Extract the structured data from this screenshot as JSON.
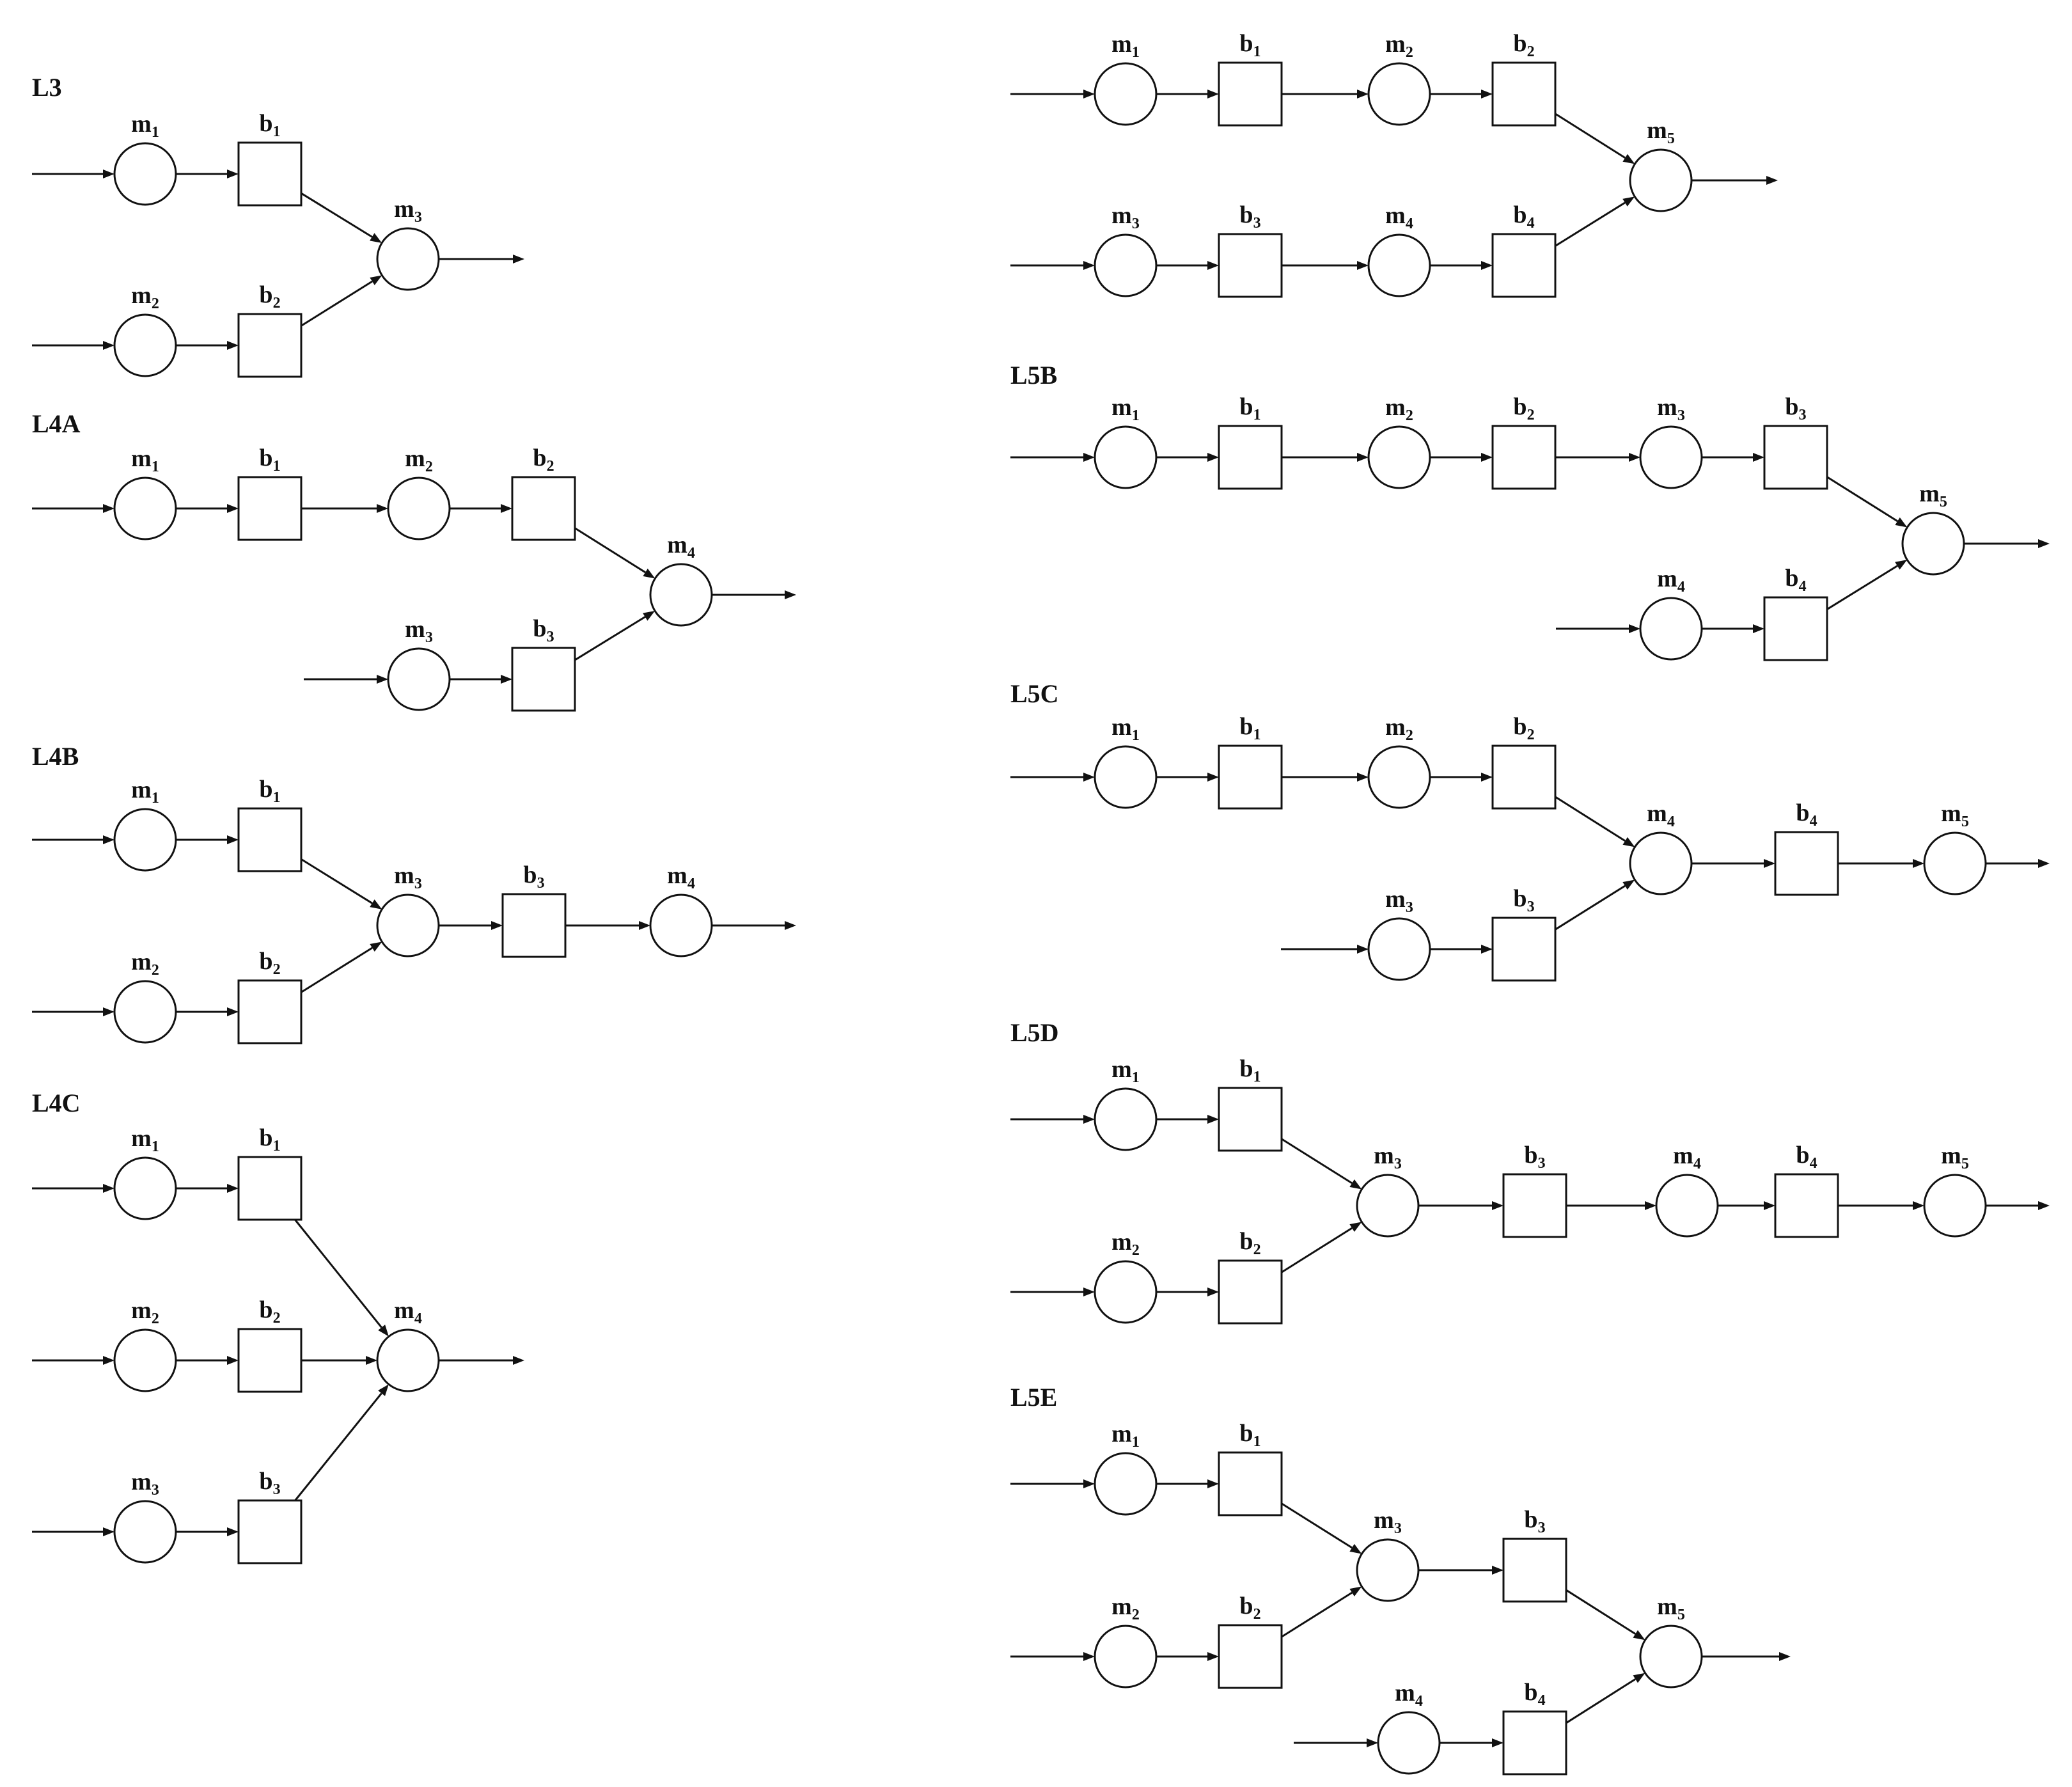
{
  "lines": [
    {
      "id": "l3",
      "title": "L3",
      "nodes": [
        {
          "id": "m1",
          "kind": "machine",
          "letter": "m",
          "sub": "1"
        },
        {
          "id": "b1",
          "kind": "buffer",
          "letter": "b",
          "sub": "1"
        },
        {
          "id": "m2",
          "kind": "machine",
          "letter": "m",
          "sub": "2"
        },
        {
          "id": "b2",
          "kind": "buffer",
          "letter": "b",
          "sub": "2"
        },
        {
          "id": "m3",
          "kind": "machine",
          "letter": "m",
          "sub": "3"
        }
      ],
      "edges": [
        [
          "in",
          "m1"
        ],
        [
          "m1",
          "b1"
        ],
        [
          "b1",
          "m3"
        ],
        [
          "in",
          "m2"
        ],
        [
          "m2",
          "b2"
        ],
        [
          "b2",
          "m3"
        ],
        [
          "m3",
          "out"
        ]
      ]
    },
    {
      "id": "l4a",
      "title": "L4A",
      "nodes": [
        {
          "id": "m1",
          "kind": "machine",
          "letter": "m",
          "sub": "1"
        },
        {
          "id": "b1",
          "kind": "buffer",
          "letter": "b",
          "sub": "1"
        },
        {
          "id": "m2",
          "kind": "machine",
          "letter": "m",
          "sub": "2"
        },
        {
          "id": "b2",
          "kind": "buffer",
          "letter": "b",
          "sub": "2"
        },
        {
          "id": "m3",
          "kind": "machine",
          "letter": "m",
          "sub": "3"
        },
        {
          "id": "b3",
          "kind": "buffer",
          "letter": "b",
          "sub": "3"
        },
        {
          "id": "m4",
          "kind": "machine",
          "letter": "m",
          "sub": "4"
        }
      ],
      "edges": [
        [
          "in",
          "m1"
        ],
        [
          "m1",
          "b1"
        ],
        [
          "b1",
          "m2"
        ],
        [
          "m2",
          "b2"
        ],
        [
          "b2",
          "m4"
        ],
        [
          "in",
          "m3"
        ],
        [
          "m3",
          "b3"
        ],
        [
          "b3",
          "m4"
        ],
        [
          "m4",
          "out"
        ]
      ]
    },
    {
      "id": "l4b",
      "title": "L4B",
      "nodes": [
        {
          "id": "m1",
          "kind": "machine",
          "letter": "m",
          "sub": "1"
        },
        {
          "id": "b1",
          "kind": "buffer",
          "letter": "b",
          "sub": "1"
        },
        {
          "id": "m2",
          "kind": "machine",
          "letter": "m",
          "sub": "2"
        },
        {
          "id": "b2",
          "kind": "buffer",
          "letter": "b",
          "sub": "2"
        },
        {
          "id": "m3",
          "kind": "machine",
          "letter": "m",
          "sub": "3"
        },
        {
          "id": "b3",
          "kind": "buffer",
          "letter": "b",
          "sub": "3"
        },
        {
          "id": "m4",
          "kind": "machine",
          "letter": "m",
          "sub": "4"
        }
      ],
      "edges": [
        [
          "in",
          "m1"
        ],
        [
          "m1",
          "b1"
        ],
        [
          "b1",
          "m3"
        ],
        [
          "in",
          "m2"
        ],
        [
          "m2",
          "b2"
        ],
        [
          "b2",
          "m3"
        ],
        [
          "m3",
          "b3"
        ],
        [
          "b3",
          "m4"
        ],
        [
          "m4",
          "out"
        ]
      ]
    },
    {
      "id": "l4c",
      "title": "L4C",
      "nodes": [
        {
          "id": "m1",
          "kind": "machine",
          "letter": "m",
          "sub": "1"
        },
        {
          "id": "b1",
          "kind": "buffer",
          "letter": "b",
          "sub": "1"
        },
        {
          "id": "m2",
          "kind": "machine",
          "letter": "m",
          "sub": "2"
        },
        {
          "id": "b2",
          "kind": "buffer",
          "letter": "b",
          "sub": "2"
        },
        {
          "id": "m3",
          "kind": "machine",
          "letter": "m",
          "sub": "3"
        },
        {
          "id": "b3",
          "kind": "buffer",
          "letter": "b",
          "sub": "3"
        },
        {
          "id": "m4",
          "kind": "machine",
          "letter": "m",
          "sub": "4"
        }
      ],
      "edges": [
        [
          "in",
          "m1"
        ],
        [
          "m1",
          "b1"
        ],
        [
          "b1",
          "m4"
        ],
        [
          "in",
          "m2"
        ],
        [
          "m2",
          "b2"
        ],
        [
          "b2",
          "m4"
        ],
        [
          "in",
          "m3"
        ],
        [
          "m3",
          "b3"
        ],
        [
          "b3",
          "m4"
        ],
        [
          "m4",
          "out"
        ]
      ]
    },
    {
      "id": "l5a",
      "title": "",
      "nodes": [
        {
          "id": "m1",
          "kind": "machine",
          "letter": "m",
          "sub": "1"
        },
        {
          "id": "b1",
          "kind": "buffer",
          "letter": "b",
          "sub": "1"
        },
        {
          "id": "m2",
          "kind": "machine",
          "letter": "m",
          "sub": "2"
        },
        {
          "id": "b2",
          "kind": "buffer",
          "letter": "b",
          "sub": "2"
        },
        {
          "id": "m3",
          "kind": "machine",
          "letter": "m",
          "sub": "3"
        },
        {
          "id": "b3",
          "kind": "buffer",
          "letter": "b",
          "sub": "3"
        },
        {
          "id": "m4",
          "kind": "machine",
          "letter": "m",
          "sub": "4"
        },
        {
          "id": "b4",
          "kind": "buffer",
          "letter": "b",
          "sub": "4"
        },
        {
          "id": "m5",
          "kind": "machine",
          "letter": "m",
          "sub": "5"
        }
      ],
      "edges": [
        [
          "in",
          "m1"
        ],
        [
          "m1",
          "b1"
        ],
        [
          "b1",
          "m2"
        ],
        [
          "m2",
          "b2"
        ],
        [
          "b2",
          "m5"
        ],
        [
          "in",
          "m3"
        ],
        [
          "m3",
          "b3"
        ],
        [
          "b3",
          "m4"
        ],
        [
          "m4",
          "b4"
        ],
        [
          "b4",
          "m5"
        ],
        [
          "m5",
          "out"
        ]
      ]
    },
    {
      "id": "l5b",
      "title": "L5B",
      "nodes": [
        {
          "id": "m1",
          "kind": "machine",
          "letter": "m",
          "sub": "1"
        },
        {
          "id": "b1",
          "kind": "buffer",
          "letter": "b",
          "sub": "1"
        },
        {
          "id": "m2",
          "kind": "machine",
          "letter": "m",
          "sub": "2"
        },
        {
          "id": "b2",
          "kind": "buffer",
          "letter": "b",
          "sub": "2"
        },
        {
          "id": "m3",
          "kind": "machine",
          "letter": "m",
          "sub": "3"
        },
        {
          "id": "b3",
          "kind": "buffer",
          "letter": "b",
          "sub": "3"
        },
        {
          "id": "m4",
          "kind": "machine",
          "letter": "m",
          "sub": "4"
        },
        {
          "id": "b4",
          "kind": "buffer",
          "letter": "b",
          "sub": "4"
        },
        {
          "id": "m5",
          "kind": "machine",
          "letter": "m",
          "sub": "5"
        }
      ],
      "edges": [
        [
          "in",
          "m1"
        ],
        [
          "m1",
          "b1"
        ],
        [
          "b1",
          "m2"
        ],
        [
          "m2",
          "b2"
        ],
        [
          "b2",
          "m3"
        ],
        [
          "m3",
          "b3"
        ],
        [
          "b3",
          "m5"
        ],
        [
          "in",
          "m4"
        ],
        [
          "m4",
          "b4"
        ],
        [
          "b4",
          "m5"
        ],
        [
          "m5",
          "out"
        ]
      ]
    },
    {
      "id": "l5c",
      "title": "L5C",
      "nodes": [
        {
          "id": "m1",
          "kind": "machine",
          "letter": "m",
          "sub": "1"
        },
        {
          "id": "b1",
          "kind": "buffer",
          "letter": "b",
          "sub": "1"
        },
        {
          "id": "m2",
          "kind": "machine",
          "letter": "m",
          "sub": "2"
        },
        {
          "id": "b2",
          "kind": "buffer",
          "letter": "b",
          "sub": "2"
        },
        {
          "id": "m3",
          "kind": "machine",
          "letter": "m",
          "sub": "3"
        },
        {
          "id": "b3",
          "kind": "buffer",
          "letter": "b",
          "sub": "3"
        },
        {
          "id": "m4",
          "kind": "machine",
          "letter": "m",
          "sub": "4"
        },
        {
          "id": "b4",
          "kind": "buffer",
          "letter": "b",
          "sub": "4"
        },
        {
          "id": "m5",
          "kind": "machine",
          "letter": "m",
          "sub": "5"
        }
      ],
      "edges": [
        [
          "in",
          "m1"
        ],
        [
          "m1",
          "b1"
        ],
        [
          "b1",
          "m2"
        ],
        [
          "m2",
          "b2"
        ],
        [
          "b2",
          "m4"
        ],
        [
          "in",
          "m3"
        ],
        [
          "m3",
          "b3"
        ],
        [
          "b3",
          "m4"
        ],
        [
          "m4",
          "b4"
        ],
        [
          "b4",
          "m5"
        ],
        [
          "m5",
          "out"
        ]
      ]
    },
    {
      "id": "l5d",
      "title": "L5D",
      "nodes": [
        {
          "id": "m1",
          "kind": "machine",
          "letter": "m",
          "sub": "1"
        },
        {
          "id": "b1",
          "kind": "buffer",
          "letter": "b",
          "sub": "1"
        },
        {
          "id": "m2",
          "kind": "machine",
          "letter": "m",
          "sub": "2"
        },
        {
          "id": "b2",
          "kind": "buffer",
          "letter": "b",
          "sub": "2"
        },
        {
          "id": "m3",
          "kind": "machine",
          "letter": "m",
          "sub": "3"
        },
        {
          "id": "b3",
          "kind": "buffer",
          "letter": "b",
          "sub": "3"
        },
        {
          "id": "m4",
          "kind": "machine",
          "letter": "m",
          "sub": "4"
        },
        {
          "id": "b4",
          "kind": "buffer",
          "letter": "b",
          "sub": "4"
        },
        {
          "id": "m5",
          "kind": "machine",
          "letter": "m",
          "sub": "5"
        }
      ],
      "edges": [
        [
          "in",
          "m1"
        ],
        [
          "m1",
          "b1"
        ],
        [
          "b1",
          "m3"
        ],
        [
          "in",
          "m2"
        ],
        [
          "m2",
          "b2"
        ],
        [
          "b2",
          "m3"
        ],
        [
          "m3",
          "b3"
        ],
        [
          "b3",
          "m4"
        ],
        [
          "m4",
          "b4"
        ],
        [
          "b4",
          "m5"
        ],
        [
          "m5",
          "out"
        ]
      ]
    },
    {
      "id": "l5e",
      "title": "L5E",
      "nodes": [
        {
          "id": "m1",
          "kind": "machine",
          "letter": "m",
          "sub": "1"
        },
        {
          "id": "b1",
          "kind": "buffer",
          "letter": "b",
          "sub": "1"
        },
        {
          "id": "m2",
          "kind": "machine",
          "letter": "m",
          "sub": "2"
        },
        {
          "id": "b2",
          "kind": "buffer",
          "letter": "b",
          "sub": "2"
        },
        {
          "id": "m3",
          "kind": "machine",
          "letter": "m",
          "sub": "3"
        },
        {
          "id": "b3",
          "kind": "buffer",
          "letter": "b",
          "sub": "3"
        },
        {
          "id": "m4",
          "kind": "machine",
          "letter": "m",
          "sub": "4"
        },
        {
          "id": "b4",
          "kind": "buffer",
          "letter": "b",
          "sub": "4"
        },
        {
          "id": "m5",
          "kind": "machine",
          "letter": "m",
          "sub": "5"
        }
      ],
      "edges": [
        [
          "in",
          "m1"
        ],
        [
          "m1",
          "b1"
        ],
        [
          "b1",
          "m3"
        ],
        [
          "in",
          "m2"
        ],
        [
          "m2",
          "b2"
        ],
        [
          "b2",
          "m3"
        ],
        [
          "m3",
          "b3"
        ],
        [
          "b3",
          "m5"
        ],
        [
          "in",
          "m4"
        ],
        [
          "m4",
          "b4"
        ],
        [
          "b4",
          "m5"
        ],
        [
          "m5",
          "out"
        ]
      ]
    }
  ]
}
